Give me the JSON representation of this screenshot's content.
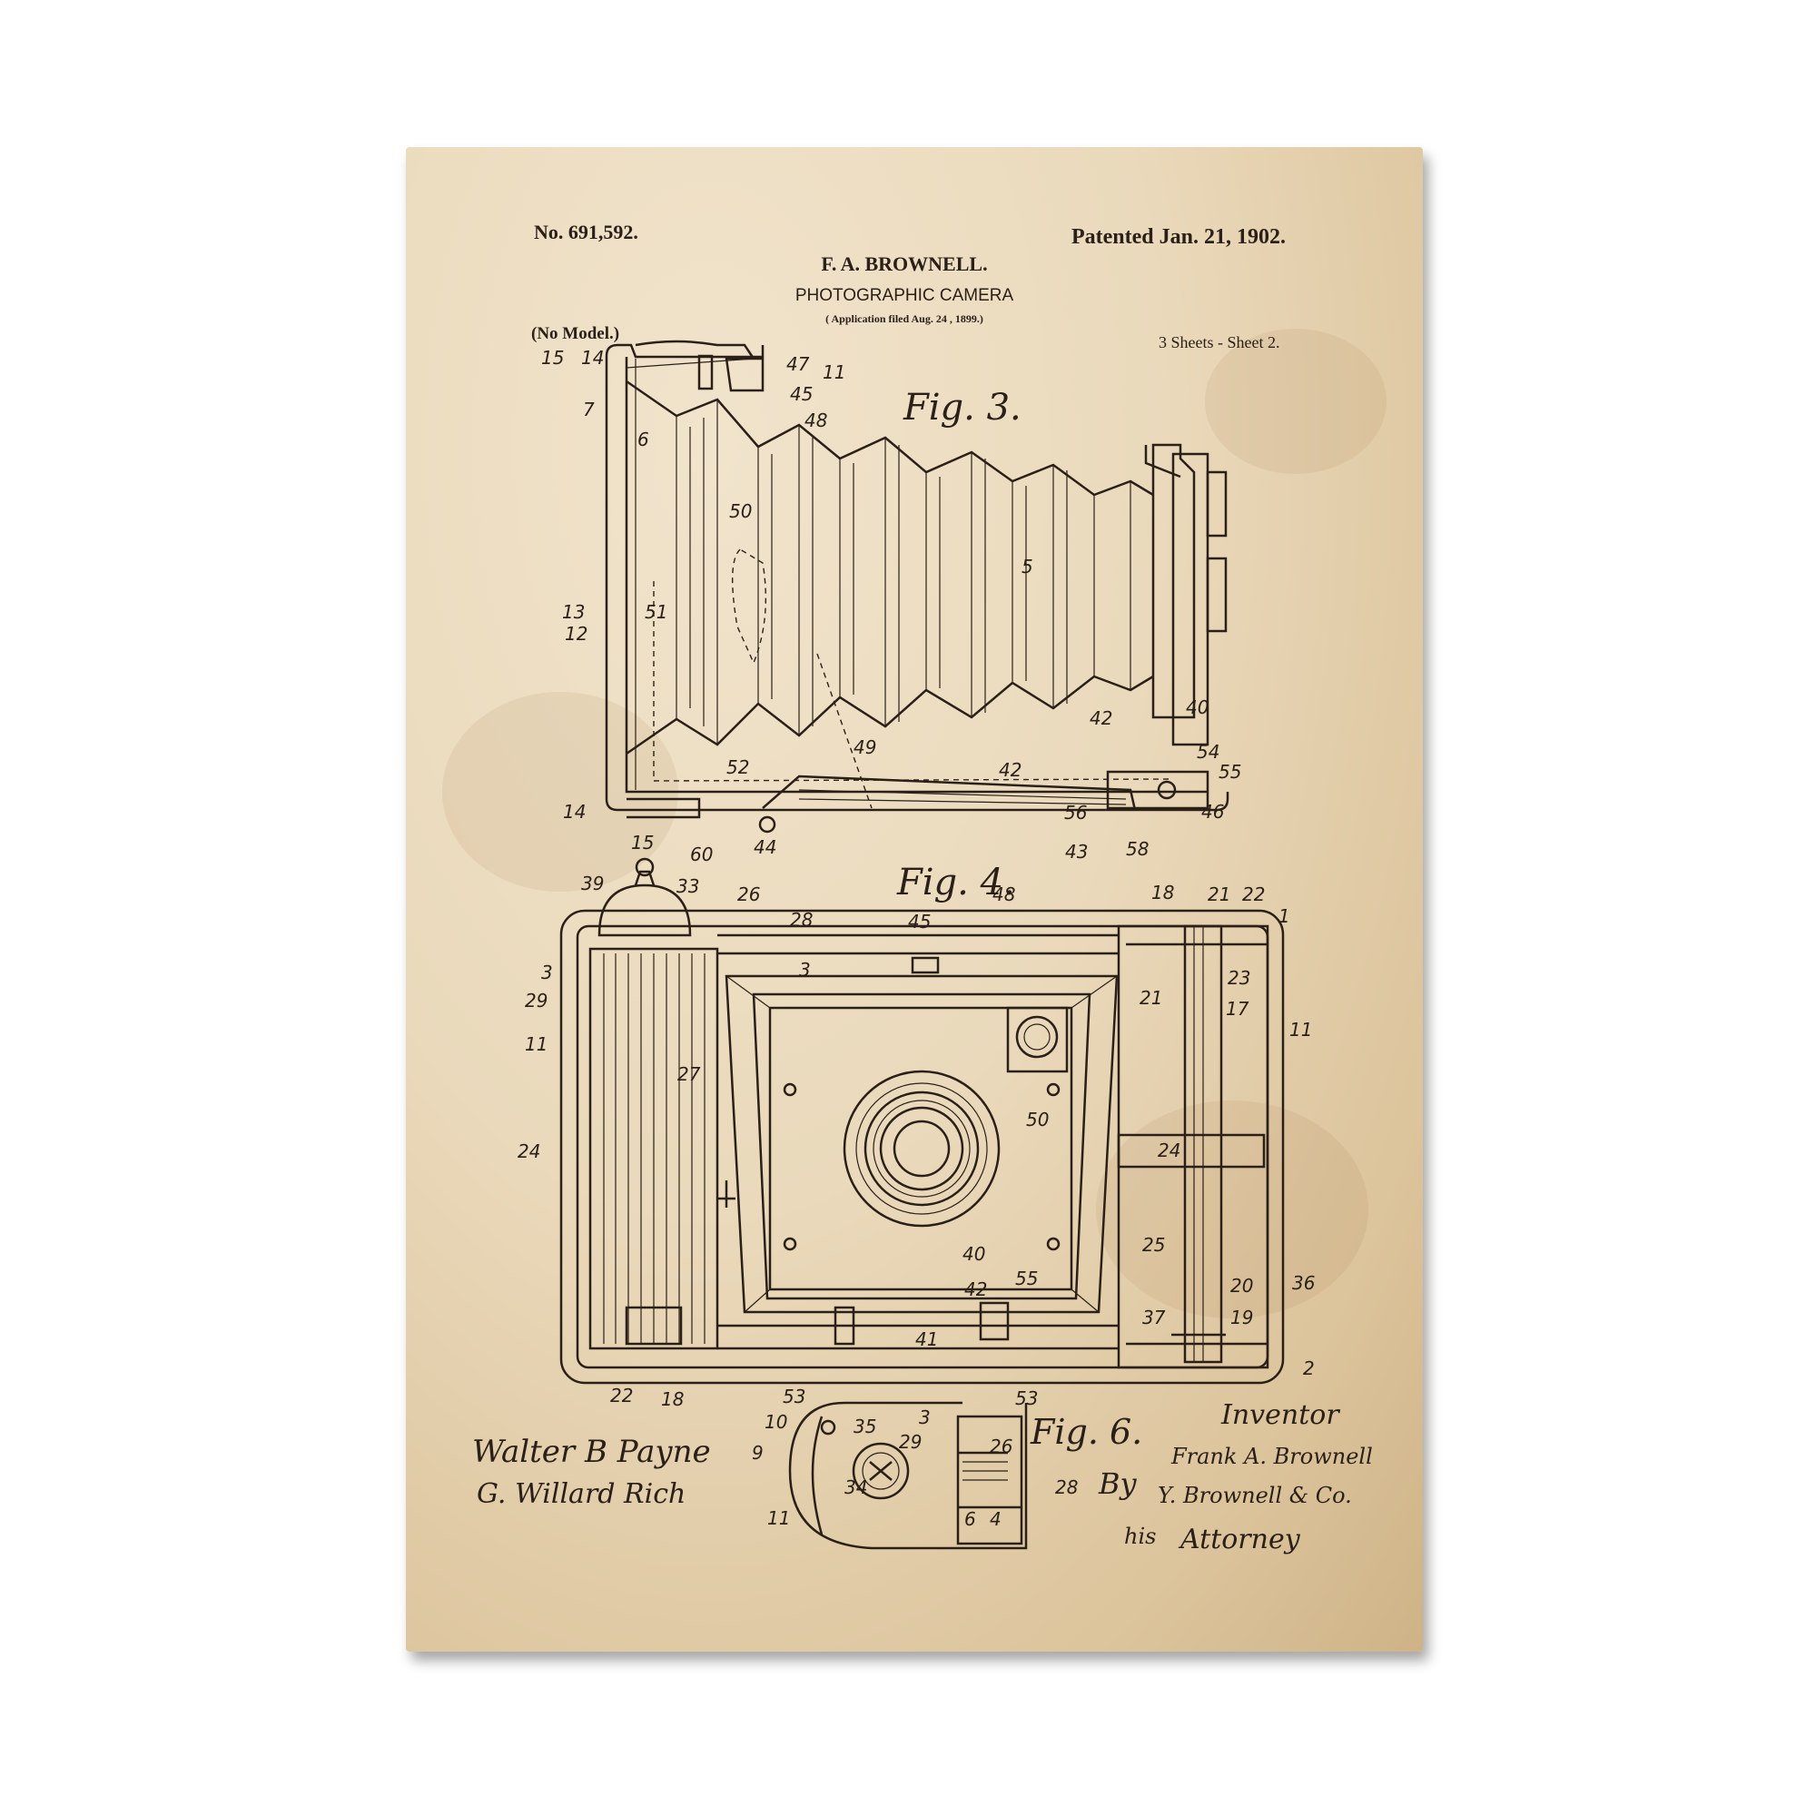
{
  "header": {
    "patent_number": "No. 691,592.",
    "patented_date": "Patented Jan. 21, 1902.",
    "inventor_name": "F. A. BROWNELL.",
    "title": "PHOTOGRAPHIC CAMERA",
    "application": "( Application filed Aug. 24 , 1899.)",
    "model_note": "(No Model.)",
    "sheet_info": "3 Sheets - Sheet 2."
  },
  "figures": {
    "fig3": "Fig. 3.",
    "fig4": "Fig. 4.",
    "fig6": "Fig. 6."
  },
  "signatures": {
    "witness_1": "Walter B Payne",
    "witness_2": "G. Willard Rich",
    "inventor_label": "Inventor",
    "inventor_signature": "Frank A. Brownell",
    "by_label": "By",
    "attorney_signature": "Y. Brownell & Co.",
    "his_label": "his",
    "attorney_label": "Attorney"
  },
  "reference_numerals": {
    "fig3": [
      "15",
      "14",
      "47",
      "11",
      "45",
      "48",
      "7",
      "6",
      "50",
      "5",
      "13",
      "12",
      "51",
      "42",
      "40",
      "49",
      "52",
      "54",
      "55",
      "42",
      "14",
      "46",
      "56",
      "15",
      "44",
      "60",
      "43",
      "58"
    ],
    "fig4": [
      "39",
      "33",
      "26",
      "48",
      "18",
      "21",
      "22",
      "1",
      "45",
      "28",
      "3",
      "23",
      "29",
      "21",
      "17",
      "11",
      "11",
      "27",
      "50",
      "24",
      "24",
      "25",
      "40",
      "42",
      "55",
      "20",
      "36",
      "37",
      "19",
      "41",
      "2",
      "22",
      "18",
      "53",
      "53"
    ],
    "fig6": [
      "10",
      "35",
      "3",
      "26",
      "9",
      "29",
      "34",
      "28",
      "11",
      "6",
      "4"
    ]
  }
}
